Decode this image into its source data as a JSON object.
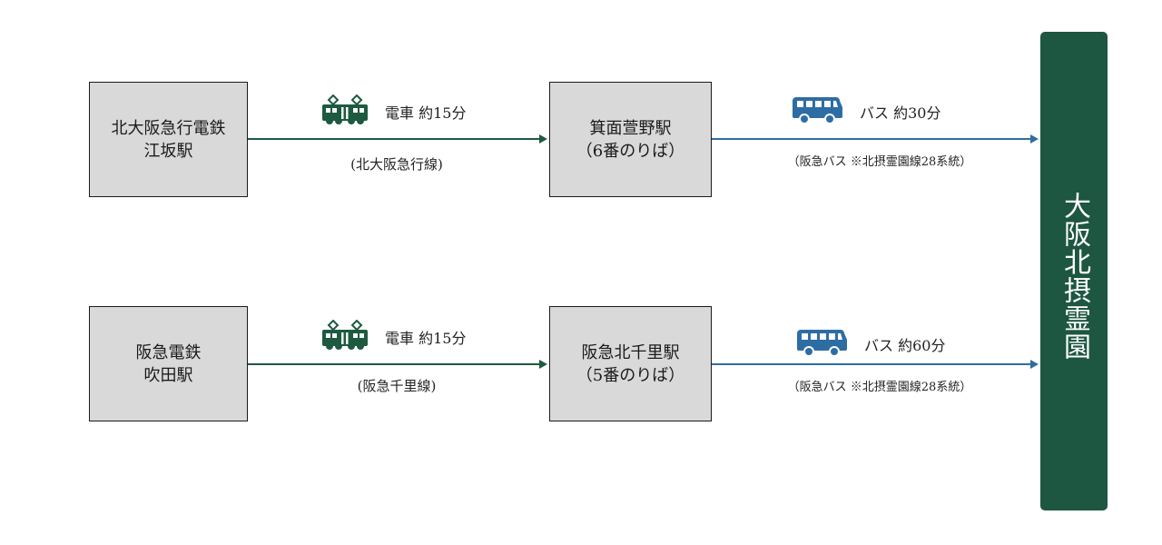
{
  "colors": {
    "train": "#1e5a40",
    "bus": "#2e6da4",
    "station_fill": "#d9d9d9",
    "destination_fill": "#1d5641"
  },
  "destination": {
    "label": "大阪北摂霊園"
  },
  "routes": [
    {
      "origin": {
        "line1": "北大阪急行電鉄",
        "line2": "江坂駅"
      },
      "train": {
        "icon": "train-icon",
        "label": "電車 約15分",
        "sub": "(北大阪急行線)"
      },
      "transfer": {
        "line1": "箕面萱野駅",
        "line2": "（6番のりば）"
      },
      "bus": {
        "icon": "bus-icon",
        "label": "バス 約30分",
        "sub": "（阪急バス ※北摂霊園線28系統）"
      }
    },
    {
      "origin": {
        "line1": "阪急電鉄",
        "line2": "吹田駅"
      },
      "train": {
        "icon": "train-icon",
        "label": "電車 約15分",
        "sub": "(阪急千里線)"
      },
      "transfer": {
        "line1": "阪急北千里駅",
        "line2": "（5番のりば）"
      },
      "bus": {
        "icon": "bus-icon",
        "label": "バス 約60分",
        "sub": "（阪急バス ※北摂霊園線28系統）"
      }
    }
  ]
}
